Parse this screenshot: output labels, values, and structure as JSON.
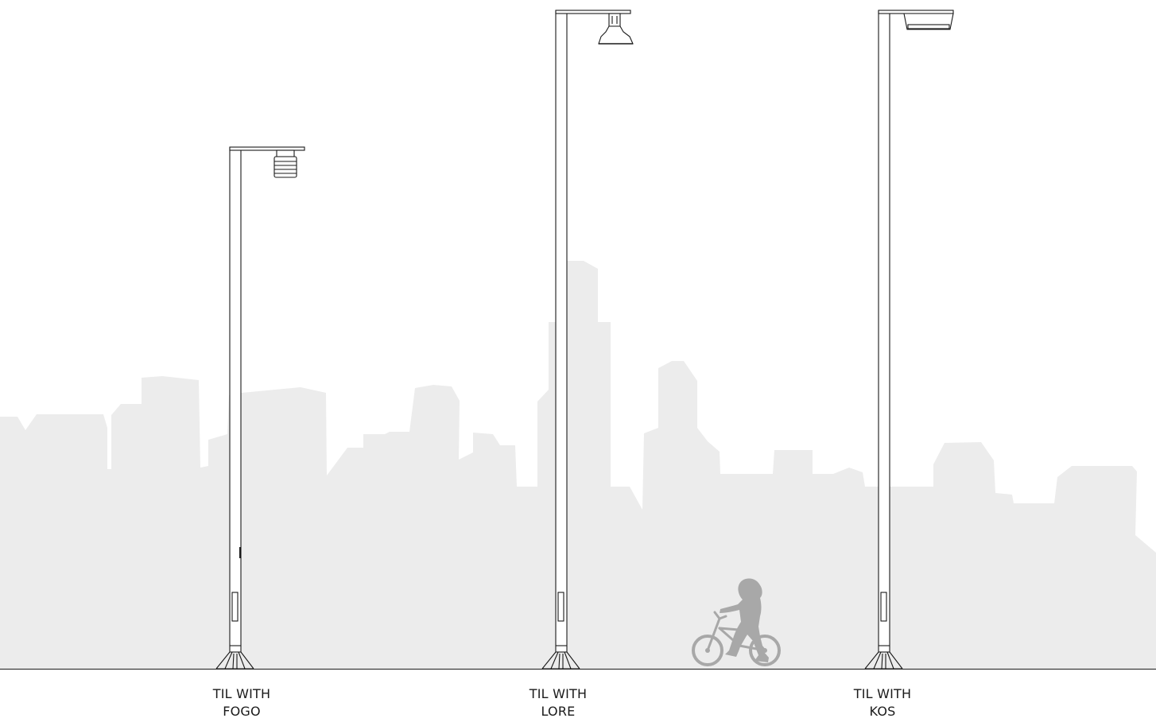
{
  "colors": {
    "background": "#ffffff",
    "skyline": "#ececec",
    "line": "#1a1a1a",
    "cyclist": "#a8a8a8"
  },
  "poles": [
    {
      "id": "fogo",
      "line1": "TIL WITH",
      "line2": "FOGO",
      "luminaire_icon": "fogo-cylinder-luminaire-icon"
    },
    {
      "id": "lore",
      "line1": "TIL WITH",
      "line2": "LORE",
      "luminaire_icon": "lore-dome-luminaire-icon"
    },
    {
      "id": "kos",
      "line1": "TIL WITH",
      "line2": "KOS",
      "luminaire_icon": "kos-flat-luminaire-icon"
    }
  ],
  "decor": {
    "skyline_icon": "city-skyline-silhouette",
    "cyclist_icon": "child-on-bicycle-silhouette"
  }
}
